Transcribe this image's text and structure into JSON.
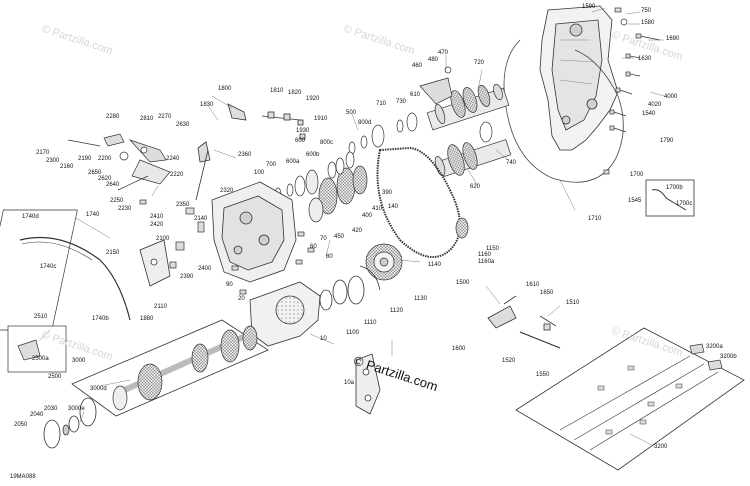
{
  "diagram": {
    "code": "19MA088",
    "watermark": "© Partzilla.com",
    "watermark_main": "© Partzilla.com",
    "callouts": {
      "c1590": "1590",
      "c750": "750",
      "c1580": "1580",
      "c1690": "1690",
      "c1630": "1630",
      "c4000": "4000",
      "c4020": "4020",
      "c1540": "1540",
      "c1790": "1790",
      "c1700": "1700",
      "c1700b": "1700b",
      "c1700c": "1700c",
      "c1545": "1545",
      "c1710": "1710",
      "c470": "470",
      "c460": "460",
      "c480": "480",
      "c720": "720",
      "c610": "610",
      "c740": "740",
      "c620": "620",
      "c730": "730",
      "c710": "710",
      "c500": "500",
      "c800d": "800d",
      "c800c": "800c",
      "c600b": "600b",
      "c600a": "600a",
      "c600": "600",
      "c700": "700",
      "c100": "100",
      "c390": "390",
      "c140": "140",
      "c400": "400",
      "c410": "410",
      "c420": "420",
      "c450": "450",
      "c70": "70",
      "c60": "60",
      "c80": "80",
      "c1150": "1150",
      "c1160": "1160",
      "c1160a": "1160a",
      "c1140": "1140",
      "c1500": "1500",
      "c1130": "1130",
      "c1120": "1120",
      "c1110": "1110",
      "c1100": "1100",
      "c10": "10",
      "c1800": "1800",
      "c1810": "1810",
      "c1820": "1820",
      "c1920": "1920",
      "c1830": "1830",
      "c1910": "1910",
      "c1930": "1930",
      "c2360": "2360",
      "c2320": "2320",
      "c2350": "2350",
      "c2140": "2140",
      "c2410": "2410",
      "c2420": "2420",
      "c2100": "2100",
      "c2400": "2400",
      "c2390": "2390",
      "c2150": "2150",
      "c20": "20",
      "c90": "90",
      "c1880": "1880",
      "c2110": "2110",
      "c2280": "2280",
      "c2810": "2810",
      "c2270": "2270",
      "c2630": "2630",
      "c2170": "2170",
      "c2300": "2300",
      "c2160": "2160",
      "c2190": "2190",
      "c2200": "2200",
      "c2240": "2240",
      "c2650": "2650",
      "c2620": "2620",
      "c2640": "2640",
      "c2220": "2220",
      "c2230": "2230",
      "c2250": "2250",
      "c1740d": "1740d",
      "c1740": "1740",
      "c1740c": "1740c",
      "c1740b": "1740b",
      "c2510": "2510",
      "c2500a": "2500a",
      "c2500": "2500",
      "c3000": "3000",
      "c3000d": "3000d",
      "c3000e": "3000e",
      "c2030": "2030",
      "c2040": "2040",
      "c2050": "2050",
      "c1610": "1610",
      "c1650": "1650",
      "c1510": "1510",
      "c1600": "1600",
      "c1520": "1520",
      "c1550": "1550",
      "c10a": "10a",
      "c3200a": "3200a",
      "c3200b": "3200b",
      "c3200": "3200"
    }
  }
}
